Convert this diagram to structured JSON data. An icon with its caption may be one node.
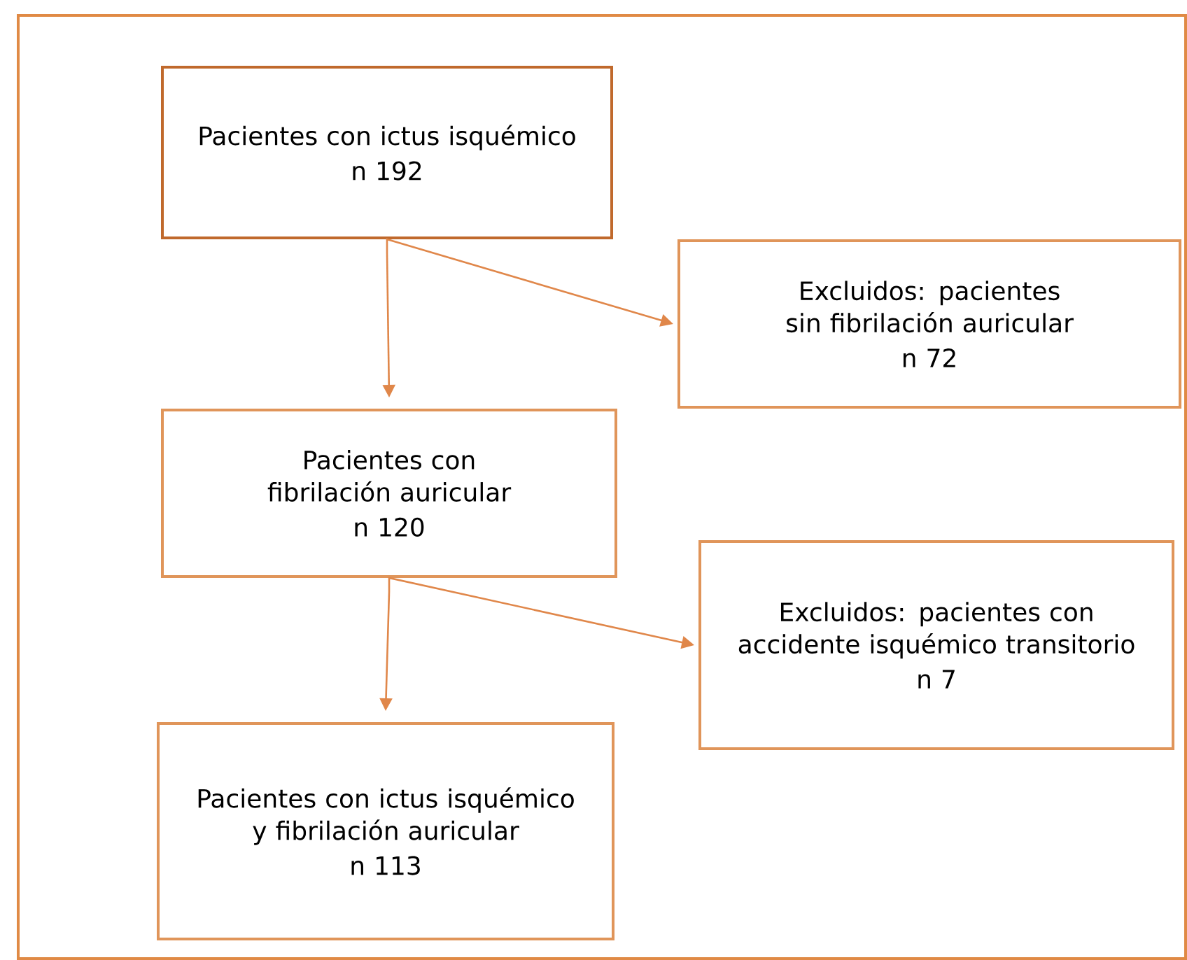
{
  "diagram": {
    "nodes": [
      {
        "text": [
          "Pacientes con ictus isquémico",
          "n 192"
        ]
      },
      {
        "text": [
          "Excluidos: pacientes sin fibrilación auricular",
          "n 72"
        ]
      },
      {
        "text": [
          "Pacientes con fibrilación auricular",
          "n 120"
        ]
      },
      {
        "text": [
          "Excluidos: pacientes con accidente isquémico transitorio",
          "n 7"
        ]
      },
      {
        "text": [
          "Pacientes con ictus isquémico y fibrilación auricular",
          "n 113"
        ]
      }
    ],
    "edges": [
      {
        "from": 0,
        "to": 2,
        "arrow": "to"
      },
      {
        "from": 0,
        "to": 1,
        "arrow": "to"
      },
      {
        "from": 2,
        "to": 4,
        "arrow": "to"
      },
      {
        "from": 2,
        "to": 3,
        "arrow": "to"
      }
    ]
  }
}
